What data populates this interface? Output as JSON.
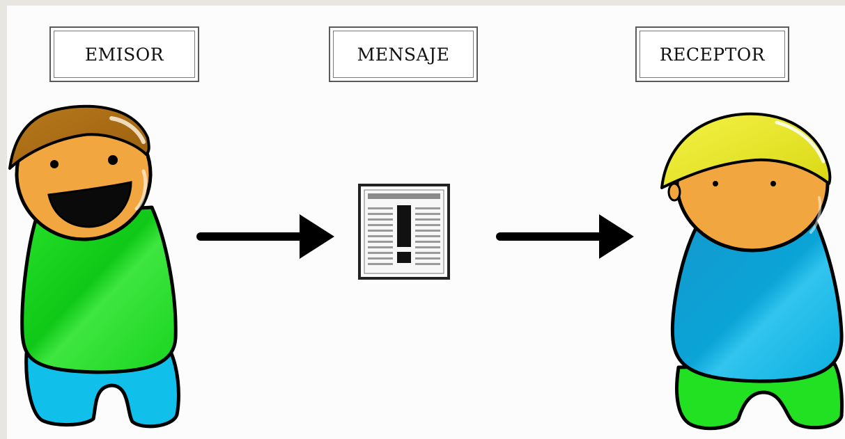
{
  "diagram": {
    "labels": {
      "sender": "EMISOR",
      "message": "MENSAJE",
      "receiver": "RECEPTOR"
    }
  },
  "colors": {
    "background": "#fcfcfc",
    "frame": "#e8e6e1",
    "skin": "#f2a640",
    "sender_hair": "#a86a14",
    "sender_shirt": "#16d21c",
    "sender_pants": "#10c0ea",
    "receiver_hair": "#e6e630",
    "receiver_shirt": "#0aa8d8",
    "receiver_pants": "#22e022",
    "arrow": "#000000"
  }
}
